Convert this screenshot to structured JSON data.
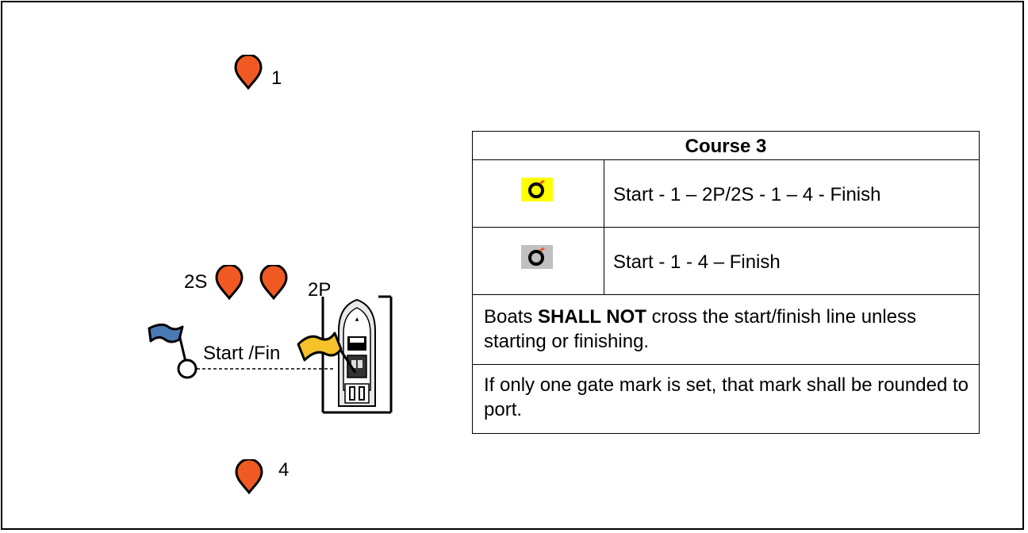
{
  "marks": {
    "mark1_label": "1",
    "mark2s_label": "2S",
    "mark2p_label": "2P",
    "mark4_label": "4",
    "startfin_label": "Start /Fin"
  },
  "table": {
    "title": "Course 3",
    "rows": [
      {
        "icon": "yellow-ring-icon",
        "icon_bg": "#ffff00",
        "route": "Start - 1  – 2P/2S - 1 –  4 - Finish"
      },
      {
        "icon": "gray-ring-icon",
        "icon_bg": "#c0c0c0",
        "route": "Start - 1 - 4 – Finish"
      }
    ],
    "note1_prefix": "Boats ",
    "note1_bold": "SHALL NOT",
    "note1_suffix": " cross the start/finish line unless starting or finishing.",
    "note2": "If only one gate mark is set, that mark shall be rounded to port."
  },
  "colors": {
    "buoy": "#f05a22",
    "blue_flag": "#4a7ab5",
    "yellow_flag": "#f5c22a"
  }
}
